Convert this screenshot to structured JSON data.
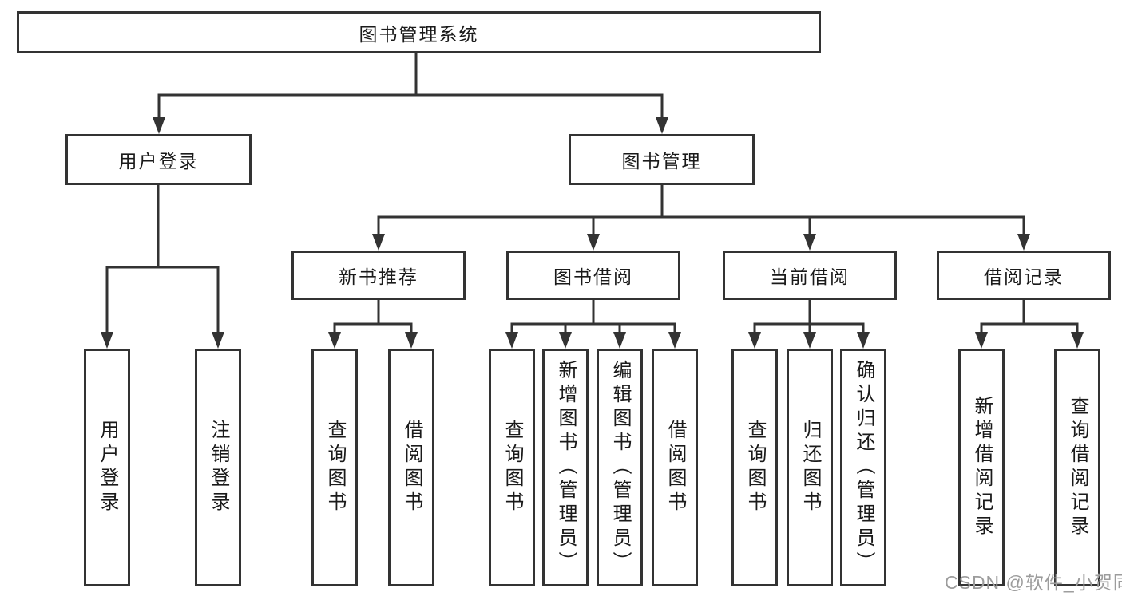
{
  "nodes": {
    "root": {
      "label": "图书管理系统"
    },
    "user_login": {
      "label": "用户登录"
    },
    "book_mgmt": {
      "label": "图书管理"
    },
    "new_book_rec": {
      "label": "新书推荐"
    },
    "book_borrow": {
      "label": "图书借阅"
    },
    "current_borrow": {
      "label": "当前借阅"
    },
    "borrow_records": {
      "label": "借阅记录"
    },
    "leaf_user_login": {
      "label": "用户登录"
    },
    "leaf_logout": {
      "label": "注销登录"
    },
    "leaf_nbr_query_books": {
      "label": "查询图书"
    },
    "leaf_nbr_borrow_books": {
      "label": "借阅图书"
    },
    "leaf_bb_query_books": {
      "label": "查询图书"
    },
    "leaf_bb_add_books": {
      "label": "新增图书（管理员）"
    },
    "leaf_bb_edit_books": {
      "label": "编辑图书（管理员）"
    },
    "leaf_bb_borrow_books": {
      "label": "借阅图书"
    },
    "leaf_cb_query_books": {
      "label": "查询图书"
    },
    "leaf_cb_return_books": {
      "label": "归还图书"
    },
    "leaf_cb_confirm_return": {
      "label": "确认归还（管理员）"
    },
    "leaf_br_add_record": {
      "label": "新增借阅记录"
    },
    "leaf_br_query_record": {
      "label": "查询借阅记录"
    }
  },
  "watermark": {
    "text": "CSDN @软件_小贺同学",
    "color": "#9c9c9c"
  },
  "colors": {
    "background": "#ffffff",
    "line": "#333333",
    "box_border": "#333333",
    "box_fill": "#ffffff",
    "text": "#1a1a1a"
  }
}
